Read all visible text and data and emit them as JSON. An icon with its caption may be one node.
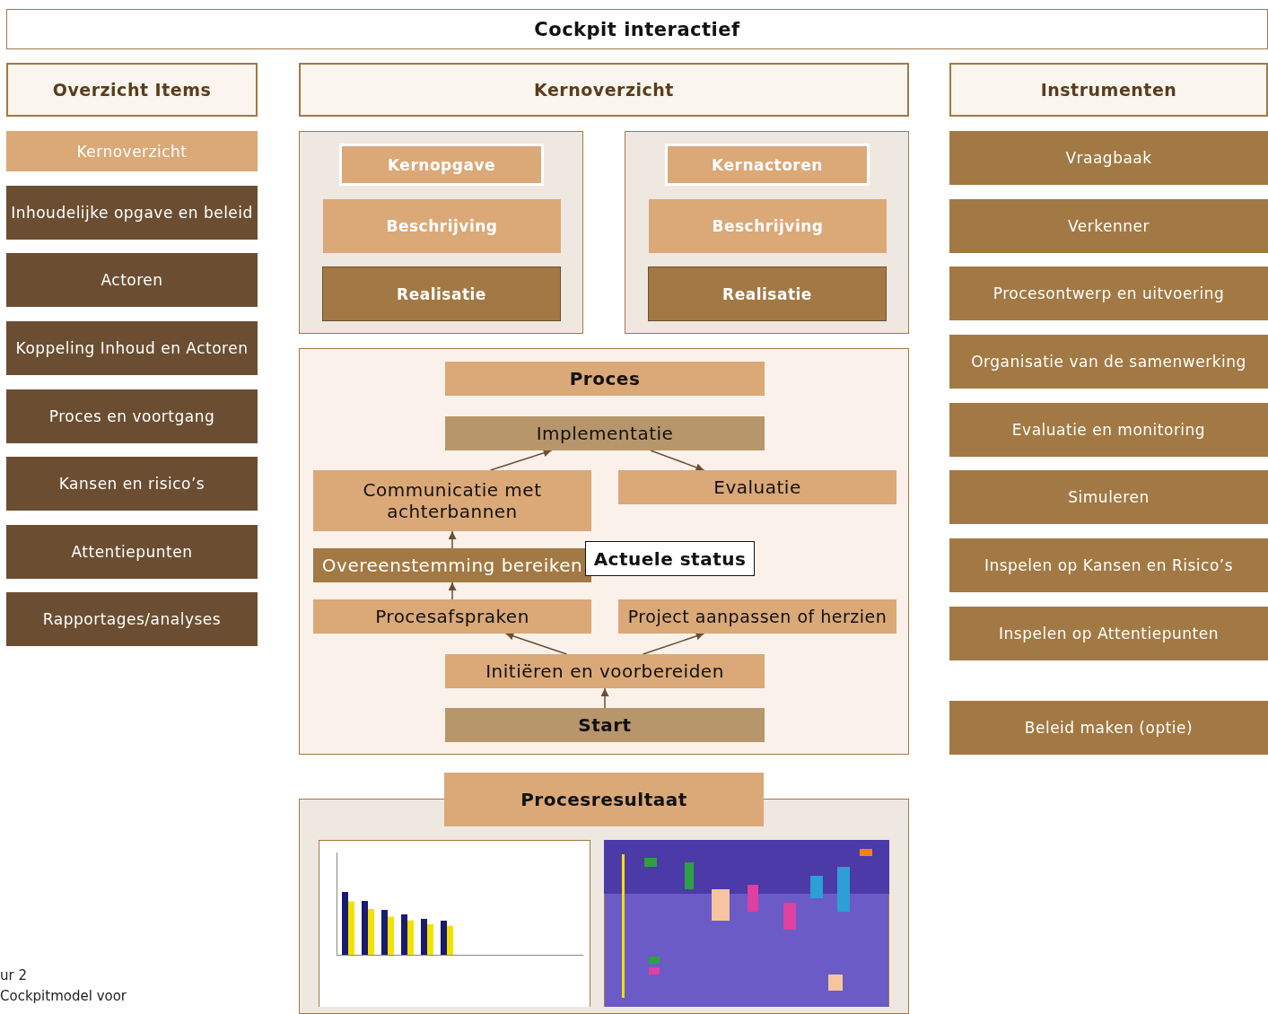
{
  "diagram": {
    "nodes": [
      {
        "text": [
          "Cockpit interactief"
        ]
      },
      {
        "text": [
          "Overzicht Items"
        ]
      },
      {
        "text": [
          "Kernoverzicht"
        ]
      },
      {
        "text": [
          "Inhoudelijke opgave en beleid"
        ]
      },
      {
        "text": [
          "Actoren"
        ]
      },
      {
        "text": [
          "Koppeling Inhoud en Actoren"
        ]
      },
      {
        "text": [
          "Proces en voortgang"
        ]
      },
      {
        "text": [
          "Kansen en risico’s"
        ]
      },
      {
        "text": [
          "Attentiepunten"
        ]
      },
      {
        "text": [
          "Rapportages/analyses"
        ]
      },
      {
        "text": [
          "Kernoverzicht"
        ]
      },
      {
        "text": [],
        "shape": "box"
      },
      {
        "text": [
          "Kernopgave"
        ],
        "in": 11
      },
      {
        "text": [
          "Beschrijving"
        ],
        "in": 11
      },
      {
        "text": [
          "Realisatie"
        ],
        "in": 11
      },
      {
        "text": [],
        "shape": "box"
      },
      {
        "text": [
          "Kernactoren"
        ],
        "in": 15
      },
      {
        "text": [
          "Beschrijving"
        ],
        "in": 15
      },
      {
        "text": [
          "Realisatie"
        ],
        "in": 15
      },
      {
        "text": [],
        "shape": "box"
      },
      {
        "text": [
          "Proces"
        ],
        "in": 19
      },
      {
        "text": [
          "Implementatie"
        ],
        "in": 19
      },
      {
        "text": [
          "Communicatie met achterbannen"
        ],
        "in": 19
      },
      {
        "text": [
          "Evaluatie"
        ],
        "in": 19
      },
      {
        "text": [
          "Overeenstemming bereiken"
        ],
        "in": 19
      },
      {
        "text": [
          "Actuele status"
        ],
        "in": 19
      },
      {
        "text": [
          "Procesafspraken"
        ],
        "in": 19
      },
      {
        "text": [
          "Project aanpassen of herzien"
        ],
        "in": 19
      },
      {
        "text": [
          "Initiëren en voorbereiden"
        ],
        "in": 19
      },
      {
        "text": [
          "Start"
        ],
        "in": 19
      },
      {
        "text": [
          "Procesresultaat"
        ]
      },
      {
        "text": [
          "Instrumenten"
        ]
      },
      {
        "text": [
          "Vraagbaak"
        ]
      },
      {
        "text": [
          "Verkenner"
        ]
      },
      {
        "text": [
          "Procesontwerp en uitvoering"
        ]
      },
      {
        "text": [
          "Organisatie van de samenwerking"
        ]
      },
      {
        "text": [
          "Evaluatie en monitoring"
        ]
      },
      {
        "text": [
          "Simuleren"
        ]
      },
      {
        "text": [
          "Inspelen op Kansen en Risico’s"
        ]
      },
      {
        "text": [
          "Inspelen op Attentiepunten"
        ]
      },
      {
        "text": [
          "Beleid maken (optie)"
        ]
      }
    ],
    "edges": [
      {
        "from": 22,
        "to": 21,
        "arrow": "to"
      },
      {
        "from": 21,
        "to": 23,
        "arrow": "to"
      },
      {
        "from": 24,
        "to": 22,
        "arrow": "to"
      },
      {
        "from": 26,
        "to": 24,
        "arrow": "to"
      },
      {
        "from": 28,
        "to": 26,
        "arrow": "to"
      },
      {
        "from": 28,
        "to": 27,
        "arrow": "to"
      },
      {
        "from": 29,
        "to": 28,
        "arrow": "to"
      }
    ],
    "labels": [
      "ur 2",
      "Cockpitmodel voor"
    ]
  }
}
